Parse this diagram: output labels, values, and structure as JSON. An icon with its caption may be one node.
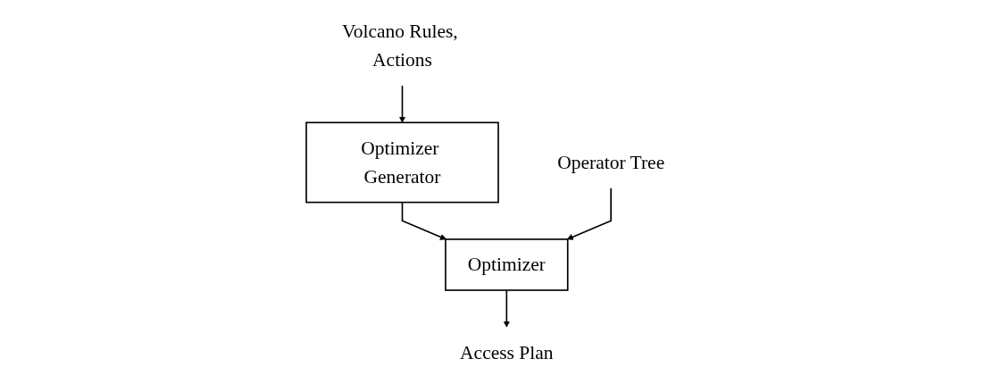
{
  "diagram": {
    "nodes": [
      {
        "text": [
          "Volcano Rules, Actions"
        ]
      },
      {
        "text": [
          "Optimizer Generator"
        ]
      },
      {
        "text": [
          "Operator Tree"
        ]
      },
      {
        "text": [
          "Optimizer"
        ]
      },
      {
        "text": [
          "Access Plan"
        ]
      }
    ],
    "edges": [
      {
        "from": 0,
        "to": 1,
        "arrow": "to"
      },
      {
        "from": 1,
        "to": 3,
        "arrow": "to"
      },
      {
        "from": 2,
        "to": 3,
        "arrow": "to"
      },
      {
        "from": 3,
        "to": 4,
        "arrow": "to"
      }
    ]
  }
}
